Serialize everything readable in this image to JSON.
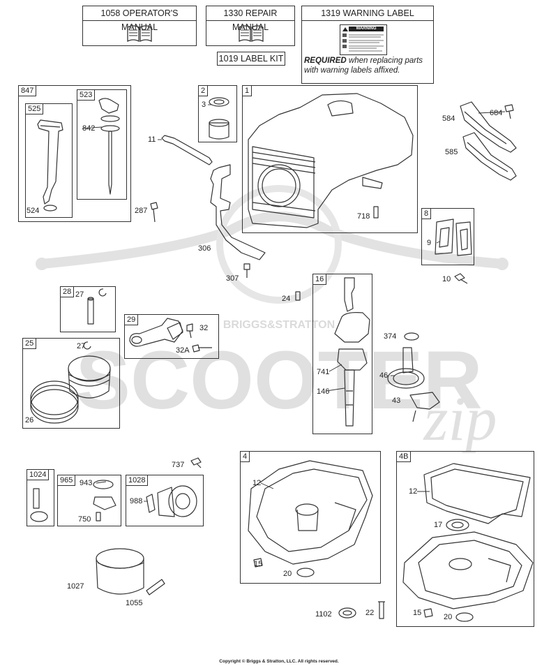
{
  "manuals": {
    "operators": "1058 OPERATOR'S MANUAL",
    "repair": "1330 REPAIR MANUAL",
    "warning": "1319 WARNING LABEL",
    "label_kit": "1019 LABEL KIT",
    "warning_word": "WARNING",
    "required_bold": "REQUIRED",
    "required_rest": " when replacing parts",
    "required_line2": "with warning labels affixed."
  },
  "groups": {
    "g847": "847",
    "g525": "525",
    "g523": "523",
    "g2": "2",
    "g1": "1",
    "g8": "8",
    "g28": "28",
    "g29": "29",
    "g25": "25",
    "g16": "16",
    "g4": "4",
    "g4b": "4B",
    "g1024": "1024",
    "g965": "965",
    "g1028": "1028"
  },
  "parts": {
    "p842": "842",
    "p524": "524",
    "p3": "3",
    "p11": "11",
    "p287": "287",
    "p306": "306",
    "p307": "307",
    "p718": "718",
    "p584": "584",
    "p684": "684",
    "p585": "585",
    "p9": "9",
    "p10": "10",
    "p27a": "27",
    "p24": "24",
    "p32": "32",
    "p32a": "32A",
    "p27b": "27",
    "p26": "26",
    "p374": "374",
    "p741": "741",
    "p146": "146",
    "p46": "46",
    "p43": "43",
    "p737": "737",
    "p943": "943",
    "p750": "750",
    "p988": "988",
    "p12a": "12",
    "p15a": "15",
    "p20a": "20",
    "p12b": "12",
    "p17": "17",
    "p15b": "15",
    "p20b": "20",
    "p1027": "1027",
    "p1055": "1055",
    "p1102": "1102",
    "p22": "22"
  },
  "watermark": {
    "brand": "BRIGGS&STRATTON",
    "word": "SCOOTER",
    "sub": "zip"
  },
  "copyright": "Copyright © Briggs & Stratton, LLC. All rights reserved.",
  "colors": {
    "line": "#333333",
    "watermark": "#d8d8d8"
  }
}
